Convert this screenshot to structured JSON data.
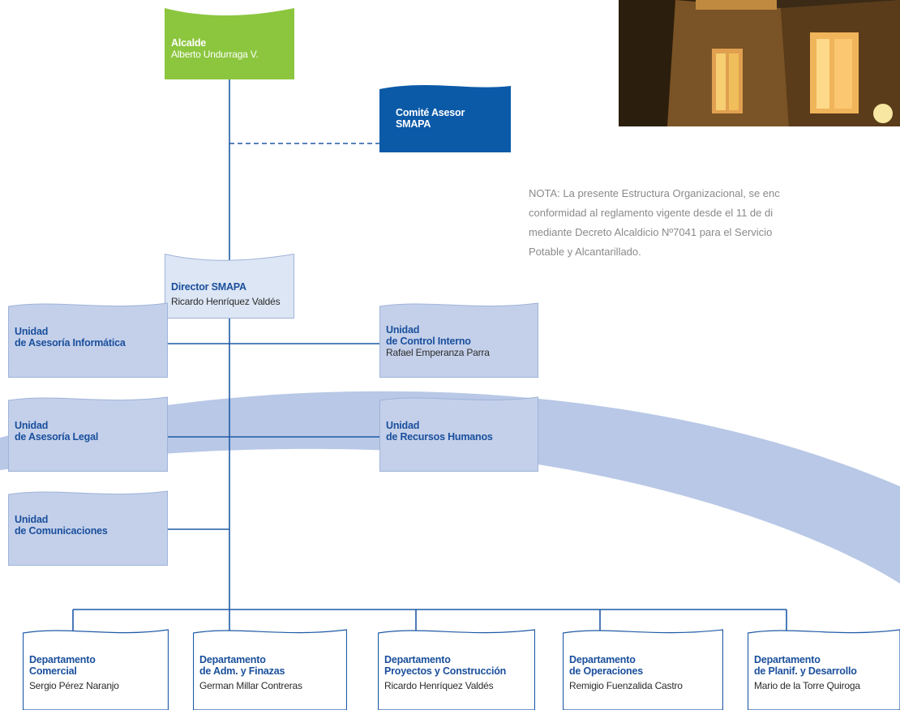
{
  "colors": {
    "line": "#1f5aa6",
    "mayor_fill": "#8cc63f",
    "committee_fill": "#0b5aa8",
    "director_fill": "#dde6f4",
    "unit_fill": "#c4d0ea",
    "swoosh": "#b8c8e6",
    "text_blue": "#1a4f9c"
  },
  "mayor": {
    "title": "Alcalde",
    "name": "Alberto Undurraga V."
  },
  "committee": {
    "line1": "Comité Asesor",
    "line2": "SMAPA"
  },
  "director": {
    "title": "Director SMAPA",
    "name": "Ricardo Henríquez Valdés"
  },
  "left_units": [
    {
      "line1": "Unidad",
      "line2": "de Asesoría Informática"
    },
    {
      "line1": "Unidad",
      "line2": "de Asesoría Legal"
    },
    {
      "line1": "Unidad",
      "line2": "de Comunicaciones"
    }
  ],
  "right_units": [
    {
      "line1": "Unidad",
      "line2": "de Control Interno",
      "name": "Rafael Emperanza Parra"
    },
    {
      "line1": "Unidad",
      "line2": "de Recursos Humanos"
    }
  ],
  "departments": [
    {
      "line1": "Departamento",
      "line2": "Comercial",
      "name": "Sergio Pérez Naranjo"
    },
    {
      "line1": "Departamento",
      "line2": "de Adm. y Finazas",
      "name": "German Millar Contreras"
    },
    {
      "line1": "Departamento",
      "line2": "Proyectos y Construcción",
      "name": "Ricardo Henríquez Valdés"
    },
    {
      "line1": "Departamento",
      "line2": "de Operaciones",
      "name": "Remigio Fuenzalida Castro"
    },
    {
      "line1": "Departamento",
      "line2": "de Planif. y Desarrollo",
      "name": "Mario de la Torre Quiroga"
    }
  ],
  "note": {
    "line1": "NOTA: La presente Estructura Organizacional, se enc",
    "line2": "conformidad al reglamento vigente desde el 11 de di",
    "line3": "mediante Decreto Alcaldicio Nº7041 para el Servicio",
    "line4": "Potable y Alcantarillado."
  }
}
